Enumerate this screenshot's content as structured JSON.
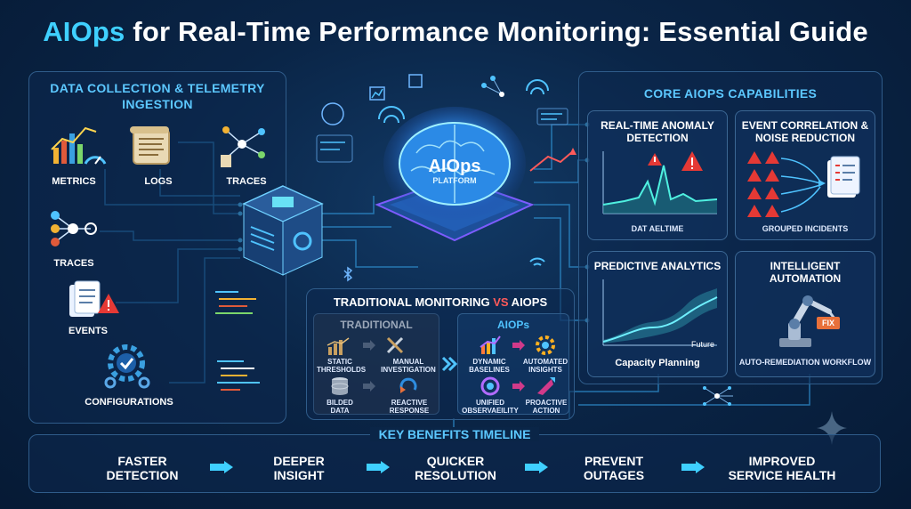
{
  "title": {
    "accent": "AIOps",
    "rest": " for Real-Time Performance Monitoring: Essential Guide"
  },
  "data_collection": {
    "title_line1": "DATA COLLECTION & TELEMETRY",
    "title_line2": "INGESTION",
    "items": {
      "metrics": "METRICS",
      "logs": "LOGS",
      "traces_top": "TRACES",
      "traces_left": "TRACES",
      "events": "EVENTS",
      "configurations": "CONFIGURATIONS"
    }
  },
  "platform": {
    "line1": "AIOps",
    "line2": "PLATFORM"
  },
  "comparison": {
    "title_a": "TRADITIONAL MONITORING ",
    "title_vs": "VS",
    "title_b": " AIOPS",
    "traditional_header": "TRADITIONAL",
    "aiops_header": "AIOPs",
    "traditional_items": [
      {
        "l1": "STATIC",
        "l2": "THRESHOLDS"
      },
      {
        "l1": "MANUAL",
        "l2": "INVESTIGATION"
      },
      {
        "l1": "BILDED",
        "l2": "DATA"
      },
      {
        "l1": "REACTIVE",
        "l2": "RESPONSE"
      }
    ],
    "aiops_items": [
      {
        "l1": "DYNAMIC",
        "l2": "BASELINES"
      },
      {
        "l1": "AUTOMATED",
        "l2": "INSIGHTS"
      },
      {
        "l1": "UNIFIED",
        "l2": "OBSERVAEILITY"
      },
      {
        "l1": "PROACTIVE",
        "l2": "ACTION"
      }
    ]
  },
  "capabilities": {
    "title": "CORE AIOPS CAPABILITIES",
    "anomaly": {
      "title_l1": "REAL-TIME ANOMALY",
      "title_l2": "DETECTION",
      "caption": "DAT AELTIME"
    },
    "correlation": {
      "title_l1": "EVENT CORRELATION &",
      "title_l2": "NOISE REDUCTION",
      "caption": "GROUPED INCIDENTS"
    },
    "predictive": {
      "title": "PREDICTIVE ANALYTICS",
      "axis_label": "Future",
      "caption": "Capacity Planning"
    },
    "automation": {
      "title_l1": "INTELLIGENT",
      "title_l2": "AUTOMATION",
      "badge": "FIX",
      "caption": "AUTO-REMEDIATION WORKFLOW"
    }
  },
  "benefits": {
    "title": "KEY BENEFITS TIMELINE",
    "items": [
      {
        "l1": "FASTER",
        "l2": "DETECTION"
      },
      {
        "l1": "DEEPER",
        "l2": "INSIGHT"
      },
      {
        "l1": "QUICKER",
        "l2": "RESOLUTION"
      },
      {
        "l1": "PREVENT",
        "l2": "OUTAGES"
      },
      {
        "l1": "IMPROVED",
        "l2": "SERVICE HEALTH"
      }
    ]
  },
  "colors": {
    "accent": "#3fd0ff",
    "alert": "#e53935",
    "panel_border": "#2f5c8a",
    "background": "#0a2547"
  }
}
